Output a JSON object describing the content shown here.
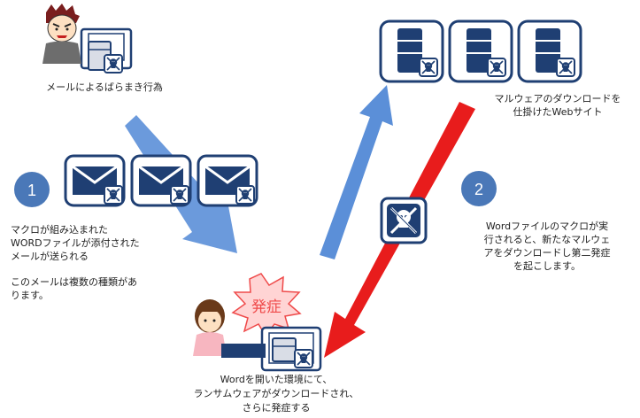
{
  "attacker": {
    "caption": "メールによるばらまき行為"
  },
  "step1": {
    "number": "1",
    "text": "マクロが組み込まれた\nWORDファイルが添付された\nメールが送られる",
    "note": "このメールは複数の種類があ\nります。"
  },
  "step2": {
    "number": "2",
    "text": "Wordファイルのマクロが実\n行されると、新たなマルウェ\nアをダウンロードし第二発症\nを起こします。"
  },
  "website": {
    "caption": "マルウェアのダウンロードを\n仕掛けたWebサイト"
  },
  "victim": {
    "burst_label": "発症",
    "caption": "Wordを開いた環境にて、\nランサムウェアがダウンロードされ、\nさらに発症する"
  },
  "icons": [
    "person-attacker-icon",
    "laptop-icon",
    "skull-badge-icon",
    "envelope-icon",
    "server-icon",
    "skull-icon",
    "burst-icon",
    "person-victim-icon"
  ],
  "colors": {
    "navy": "#1f3f73",
    "blue_arrow": "#5b8fd8",
    "red_arrow": "#e81c1c",
    "circle": "#4a78b8",
    "burst_fill": "#ffd4d4",
    "burst_text": "#ef4a4a"
  }
}
